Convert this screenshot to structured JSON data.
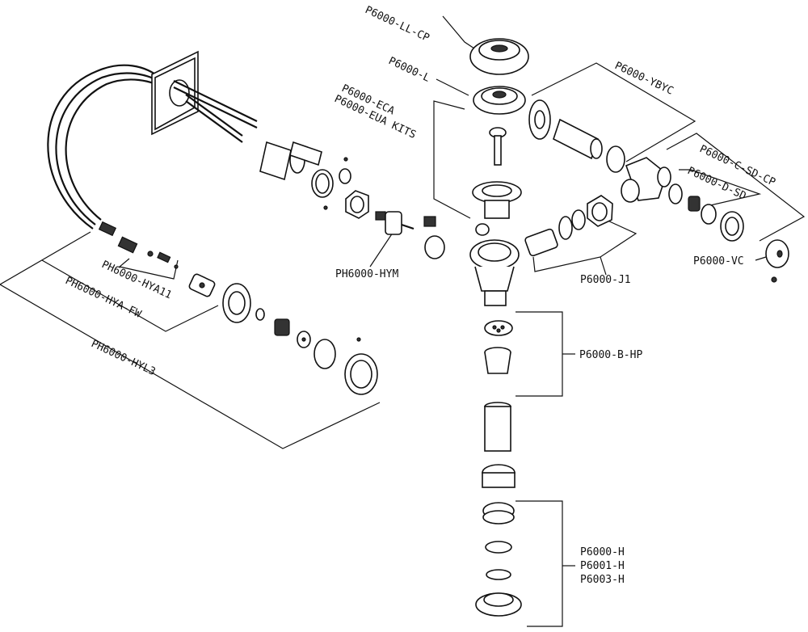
{
  "diagram": {
    "labels": {
      "ll_cp": "P6000-LL-CP",
      "l": "P6000-L",
      "eca": "P6000-ECA",
      "eua": "P6000-EUA KITS",
      "ybyc": "P6000-YBYC",
      "c_sd_cp": "P6000-C-SD-CP",
      "d_sd": "P6000-D-SD",
      "vc": "P6000-VC",
      "j1": "P6000-J1",
      "hym": "PH6000-HYM",
      "hya11": "PH6000-HYA11",
      "hya_fw": "PH6000-HYA-FW",
      "hyl3": "PH6000-HYL3",
      "b_hp": "P6000-B-HP",
      "h": "P6000-H",
      "h1": "P6001-H",
      "h3": "P6003-H"
    }
  }
}
